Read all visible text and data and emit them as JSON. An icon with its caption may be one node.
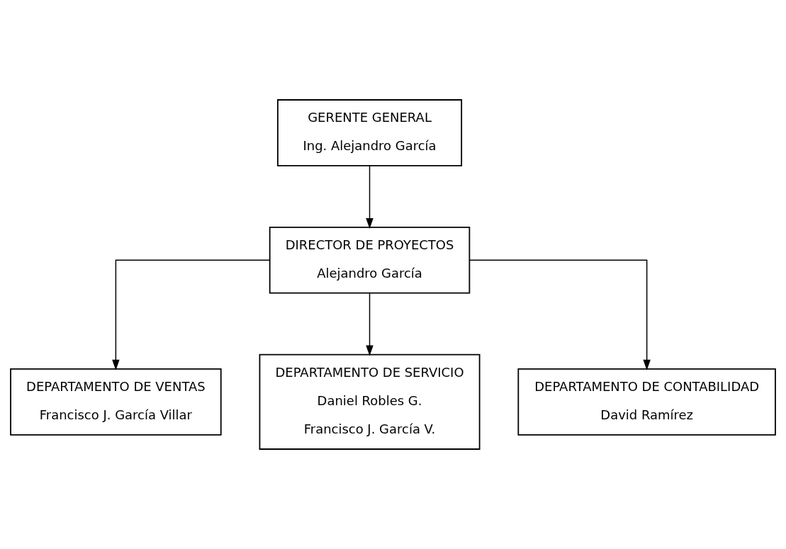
{
  "diagram": {
    "nodes": [
      {
        "text": [
          "GERENTE GENERAL",
          "Ing. Alejandro García"
        ]
      },
      {
        "text": [
          "DIRECTOR DE PROYECTOS",
          "Alejandro García"
        ]
      },
      {
        "text": [
          "DEPARTAMENTO DE VENTAS",
          "Francisco J. García Villar"
        ]
      },
      {
        "text": [
          "DEPARTAMENTO DE SERVICIO",
          "Daniel Robles G.",
          "Francisco J. García V."
        ]
      },
      {
        "text": [
          "DEPARTAMENTO DE CONTABILIDAD",
          "David Ramírez"
        ]
      }
    ],
    "edges": [
      {
        "from": 0,
        "to": 1,
        "arrow": "to"
      },
      {
        "from": 1,
        "to": 2,
        "arrow": "to"
      },
      {
        "from": 1,
        "to": 3,
        "arrow": "to"
      },
      {
        "from": 1,
        "to": 4,
        "arrow": "to"
      }
    ]
  }
}
